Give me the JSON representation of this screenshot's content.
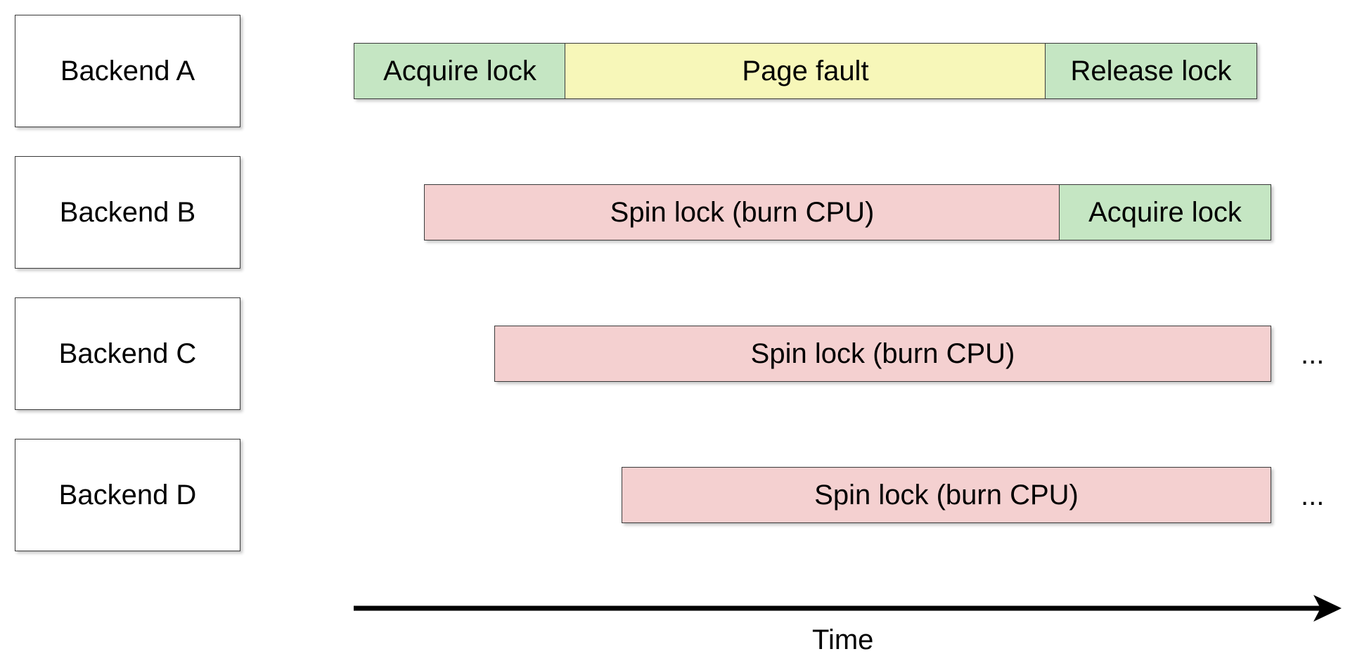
{
  "backends": [
    {
      "label": "Backend A"
    },
    {
      "label": "Backend B"
    },
    {
      "label": "Backend C"
    },
    {
      "label": "Backend D"
    }
  ],
  "timelines": [
    {
      "segments": [
        {
          "label": "Acquire lock",
          "kind": "lock"
        },
        {
          "label": "Page fault",
          "kind": "fault"
        },
        {
          "label": "Release lock",
          "kind": "lock"
        }
      ],
      "continues": ""
    },
    {
      "segments": [
        {
          "label": "Spin lock (burn CPU)",
          "kind": "spin"
        },
        {
          "label": "Acquire lock",
          "kind": "lock"
        }
      ],
      "continues": ""
    },
    {
      "segments": [
        {
          "label": "Spin lock (burn CPU)",
          "kind": "spin"
        }
      ],
      "continues": "..."
    },
    {
      "segments": [
        {
          "label": "Spin lock (burn CPU)",
          "kind": "spin"
        }
      ],
      "continues": "..."
    }
  ],
  "axis": {
    "label": "Time"
  },
  "colors": {
    "lock": "#c5e6c3",
    "fault": "#f7f7b9",
    "spin": "#f4d0d0",
    "border": "#3a3a3a",
    "arrow": "#000000"
  }
}
